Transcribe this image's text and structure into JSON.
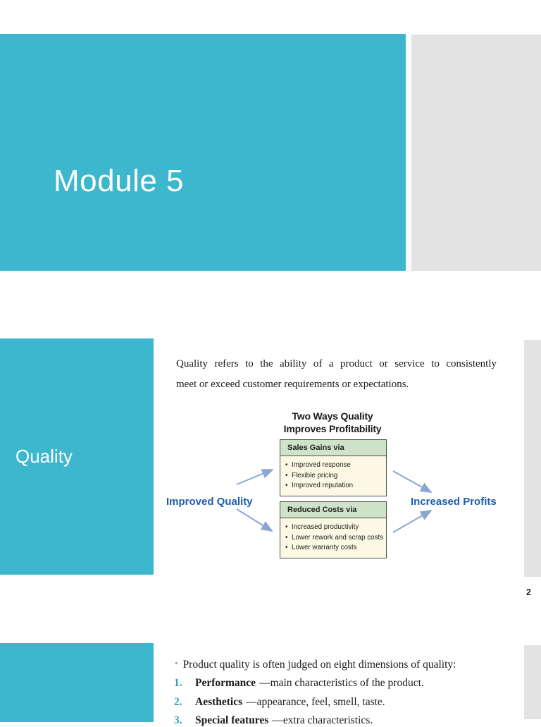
{
  "colors": {
    "slide_accent_teal": "#3db7ce",
    "side_panel_gray": "#e3e3e3",
    "diagram_header_green": "#cfe3c9",
    "diagram_body_cream": "#fbf9e3",
    "diagram_label_blue": "#1d5fa8",
    "diagram_arrow_blue": "#8aa7d3",
    "list_number_teal": "#2f9fc4"
  },
  "page": {
    "number": "2"
  },
  "slide1": {
    "title": "Module 5"
  },
  "slide2": {
    "sidebar_label": "Quality",
    "paragraph_line1": "Quality refers to the ability of a product or service to consistently",
    "paragraph_line2": "meet or exceed customer requirements or expectations.",
    "diagram": {
      "title_line1": "Two Ways Quality",
      "title_line2": "Improves Profitability",
      "left_label": "Improved Quality",
      "right_label": "Increased Profits",
      "boxes": [
        {
          "header": "Sales Gains via",
          "bullets": [
            "Improved response",
            "Flexible pricing",
            "Improved reputation"
          ]
        },
        {
          "header": "Reduced Costs via",
          "bullets": [
            "Increased productivity",
            "Lower rework and scrap costs",
            "Lower warranty costs"
          ]
        }
      ]
    }
  },
  "slide3": {
    "intro": "Product quality is often judged on eight dimensions of quality:",
    "items": [
      {
        "num": "1.",
        "term": "Performance",
        "desc": "—main characteristics of the product."
      },
      {
        "num": "2.",
        "term": "Aesthetics",
        "desc": "—appearance, feel, smell, taste."
      },
      {
        "num": "3.",
        "term": "Special features",
        "desc": "—extra characteristics."
      }
    ]
  }
}
